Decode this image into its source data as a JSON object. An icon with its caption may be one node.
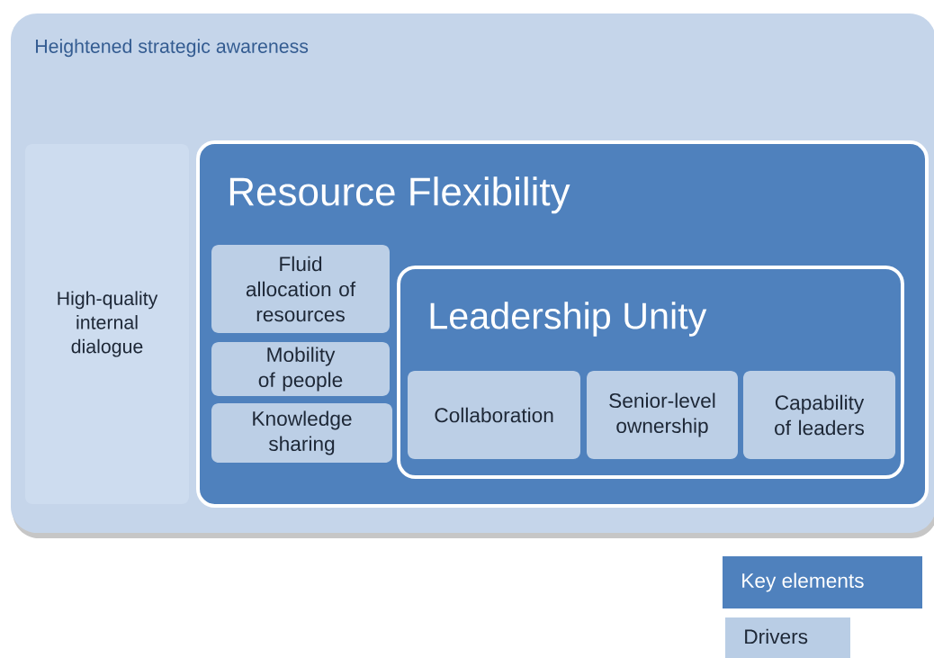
{
  "diagram": {
    "nodes": [
      {
        "text": [
          "Heightened strategic awareness"
        ]
      },
      {
        "text": [
          "High-quality internal dialogue"
        ],
        "in": 0
      },
      {
        "text": [
          "Resource Flexibility"
        ],
        "in": 0
      },
      {
        "text": [
          "Fluid allocation of resources"
        ],
        "in": 2
      },
      {
        "text": [
          "Mobility of people"
        ],
        "in": 2
      },
      {
        "text": [
          "Knowledge sharing"
        ],
        "in": 2
      },
      {
        "text": [
          "Leadership Unity"
        ],
        "in": 2
      },
      {
        "text": [
          "Collaboration"
        ],
        "in": 6
      },
      {
        "text": [
          "Senior-level ownership"
        ],
        "in": 6
      },
      {
        "text": [
          "Capability of leaders"
        ],
        "in": 6
      }
    ],
    "legend": [
      {
        "text": "Key elements",
        "color": "#4f81bd"
      },
      {
        "text": "Drivers",
        "color": "#b9cde5"
      }
    ]
  }
}
